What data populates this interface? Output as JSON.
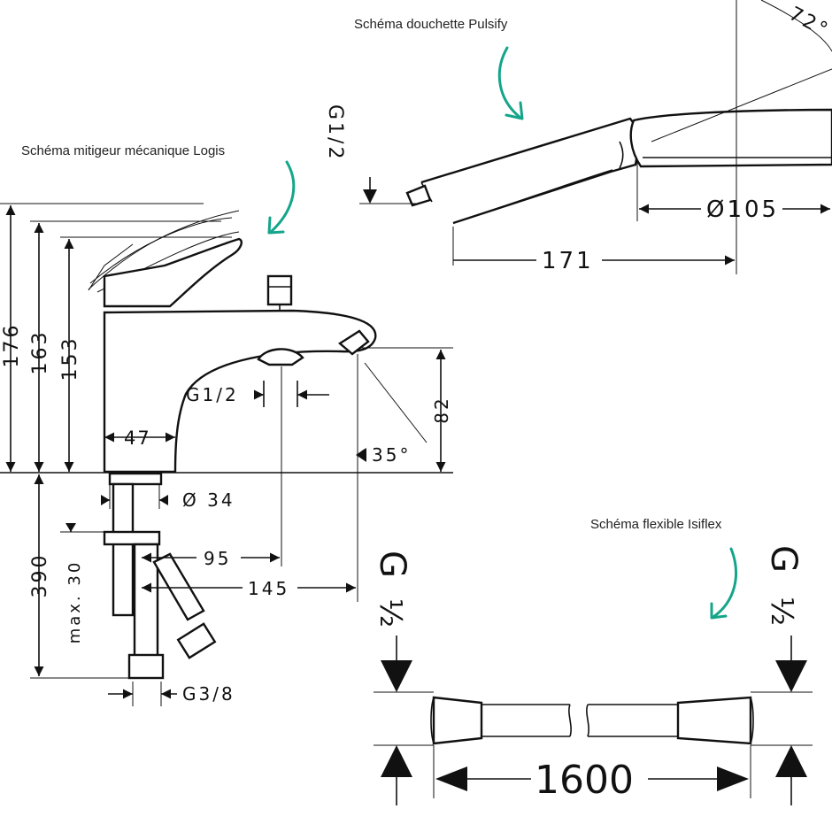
{
  "captions": {
    "logis": "Schéma mitigeur mécanique Logis",
    "pulsify": "Schéma douchette Pulsify",
    "isiflex": "Schéma flexible Isiflex"
  },
  "colors": {
    "accent_arrow": "#15a58a",
    "line": "#111111",
    "background": "#ffffff"
  },
  "mixer": {
    "h176": "176",
    "h163": "163",
    "h153": "153",
    "g12": "G1/2",
    "w47": "47",
    "h82": "82",
    "angle35": "35°",
    "d34": "Ø 34",
    "h390": "390",
    "max30": "max. 30",
    "w95": "95",
    "w145": "145",
    "g38": "G3/8"
  },
  "shower": {
    "g12": "G1/2",
    "angle72": "72°",
    "d105": "Ø105",
    "l171": "171"
  },
  "hose": {
    "g12_left_g": "G",
    "g12_left_frac": "½",
    "g12_right_g": "G",
    "g12_right_frac": "½",
    "l1600": "1600"
  }
}
